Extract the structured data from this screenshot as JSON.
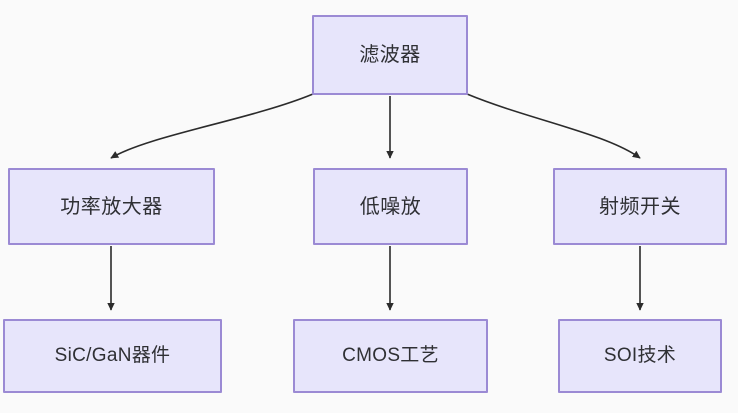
{
  "diagram": {
    "type": "tree",
    "background_color": "#fafafa",
    "node_fill_color": "#e7e5fb",
    "node_border_color": "#9b8ad4",
    "node_text_color": "#2f3034",
    "edge_color": "#2b2b2b",
    "nodes": [
      {
        "id": "filter",
        "label": "滤波器",
        "level": 1,
        "column": "center"
      },
      {
        "id": "pa",
        "label": "功率放大器",
        "level": 2,
        "column": "left"
      },
      {
        "id": "lna",
        "label": "低噪放",
        "level": 2,
        "column": "center"
      },
      {
        "id": "rfsw",
        "label": "射频开关",
        "level": 2,
        "column": "right"
      },
      {
        "id": "sicgan",
        "label": "SiC/GaN器件",
        "level": 3,
        "column": "left"
      },
      {
        "id": "cmos",
        "label": "CMOS工艺",
        "level": 3,
        "column": "center"
      },
      {
        "id": "soi",
        "label": "SOI技术",
        "level": 3,
        "column": "right"
      }
    ],
    "edges": [
      {
        "from": "filter",
        "to": "pa",
        "style": "curved",
        "arrow": "triangle"
      },
      {
        "from": "filter",
        "to": "lna",
        "style": "straight",
        "arrow": "triangle"
      },
      {
        "from": "filter",
        "to": "rfsw",
        "style": "curved",
        "arrow": "triangle"
      },
      {
        "from": "pa",
        "to": "sicgan",
        "style": "straight",
        "arrow": "triangle"
      },
      {
        "from": "lna",
        "to": "cmos",
        "style": "straight",
        "arrow": "triangle"
      },
      {
        "from": "rfsw",
        "to": "soi",
        "style": "straight",
        "arrow": "triangle"
      }
    ]
  }
}
